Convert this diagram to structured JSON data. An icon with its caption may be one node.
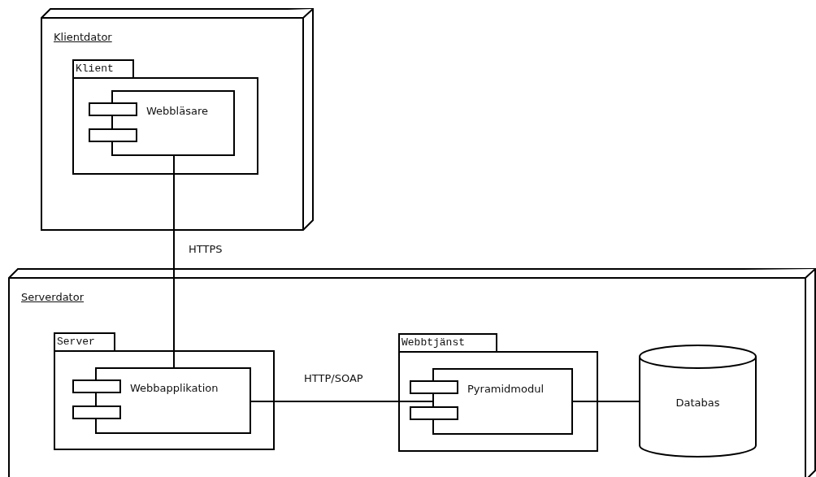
{
  "diagram": {
    "nodes": [
      {
        "text": [
          "Klientdator"
        ]
      },
      {
        "text": [
          "Klient"
        ],
        "in": 0
      },
      {
        "text": [
          "Webbläsare"
        ],
        "in": 1
      },
      {
        "text": [
          "Serverdator"
        ]
      },
      {
        "text": [
          "Server"
        ],
        "in": 3
      },
      {
        "text": [
          "Webbapplikation"
        ],
        "in": 4
      },
      {
        "text": [
          "Webbtjänst"
        ],
        "in": 3
      },
      {
        "text": [
          "Pyramidmodul"
        ],
        "in": 6
      },
      {
        "text": [
          "Databas"
        ],
        "in": 3
      }
    ],
    "edges": [
      {
        "from": 2,
        "to": 5,
        "arrow": "none",
        "label": "HTTPS"
      },
      {
        "from": 5,
        "to": 7,
        "arrow": "none",
        "label": "HTTP/SOAP"
      },
      {
        "from": 7,
        "to": 8,
        "arrow": "none"
      }
    ]
  }
}
